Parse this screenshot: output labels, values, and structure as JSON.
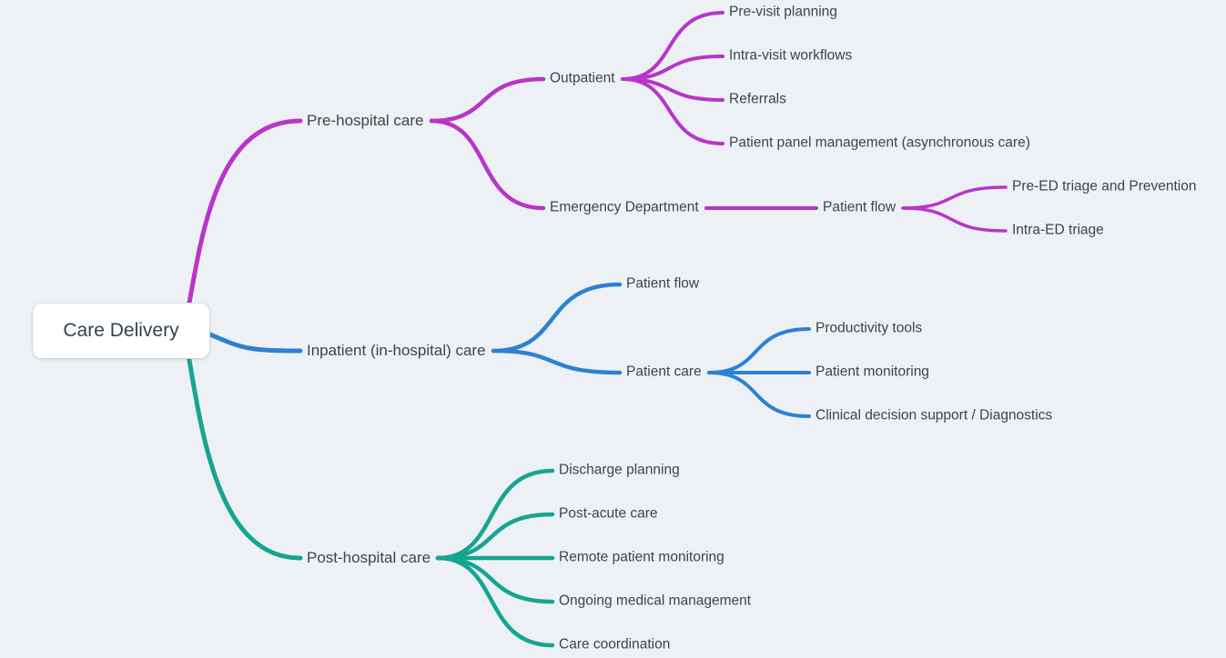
{
  "canvas": {
    "background": "#edf1f5"
  },
  "palette": {
    "pre_hospital_branch": "#b935c8",
    "inpatient_branch": "#2e80d2",
    "post_hospital_branch": "#17a492",
    "label_text": "#37464f",
    "root_background": "#ffffff"
  },
  "tree": {
    "label": "Care Delivery",
    "children": [
      {
        "label": "Pre-hospital care",
        "color": "pre_hospital_branch",
        "children": [
          {
            "label": "Outpatient",
            "children": [
              {
                "label": "Pre-visit planning"
              },
              {
                "label": "Intra-visit workflows"
              },
              {
                "label": "Referrals"
              },
              {
                "label": "Patient panel management (asynchronous care)"
              }
            ]
          },
          {
            "label": "Emergency Department",
            "children": [
              {
                "label": "Patient flow",
                "children": [
                  {
                    "label": "Pre-ED triage and Prevention"
                  },
                  {
                    "label": "Intra-ED triage"
                  }
                ]
              }
            ]
          }
        ]
      },
      {
        "label": "Inpatient (in-hospital) care",
        "color": "inpatient_branch",
        "children": [
          {
            "label": "Patient flow"
          },
          {
            "label": "Patient care",
            "children": [
              {
                "label": "Productivity tools"
              },
              {
                "label": "Patient monitoring"
              },
              {
                "label": "Clinical decision support / Diagnostics"
              }
            ]
          }
        ]
      },
      {
        "label": "Post-hospital care",
        "color": "post_hospital_branch",
        "children": [
          {
            "label": "Discharge planning"
          },
          {
            "label": "Post-acute care"
          },
          {
            "label": "Remote patient monitoring"
          },
          {
            "label": "Ongoing medical management"
          },
          {
            "label": "Care coordination"
          }
        ]
      }
    ]
  }
}
